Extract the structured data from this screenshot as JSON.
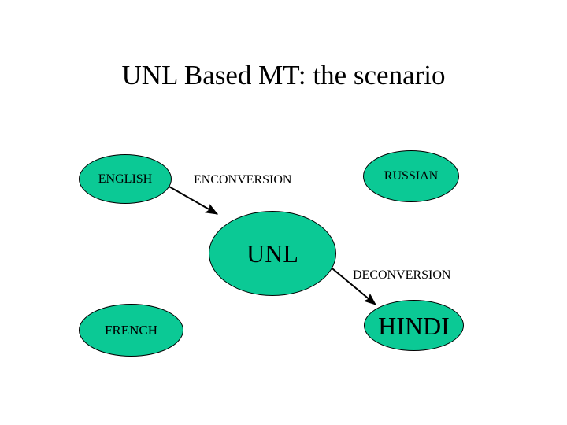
{
  "slide": {
    "title": "UNL Based MT: the scenario",
    "background_color": "#ffffff",
    "text_color": "#000000"
  },
  "diagram": {
    "node_fill_color": "#0bc995",
    "node_stroke_color": "#000000",
    "arrow_color": "#000000",
    "nodes": [
      {
        "id": "english",
        "label": "ENGLISH"
      },
      {
        "id": "russian",
        "label": "RUSSIAN"
      },
      {
        "id": "unl",
        "label": "UNL"
      },
      {
        "id": "french",
        "label": "FRENCH"
      },
      {
        "id": "hindi",
        "label": "HINDI"
      }
    ],
    "edges": [
      {
        "id": "enconversion",
        "label": "ENCONVERSION",
        "from": "english",
        "to": "unl"
      },
      {
        "id": "deconversion",
        "label": "DECONVERSION",
        "from": "unl",
        "to": "hindi"
      }
    ]
  }
}
